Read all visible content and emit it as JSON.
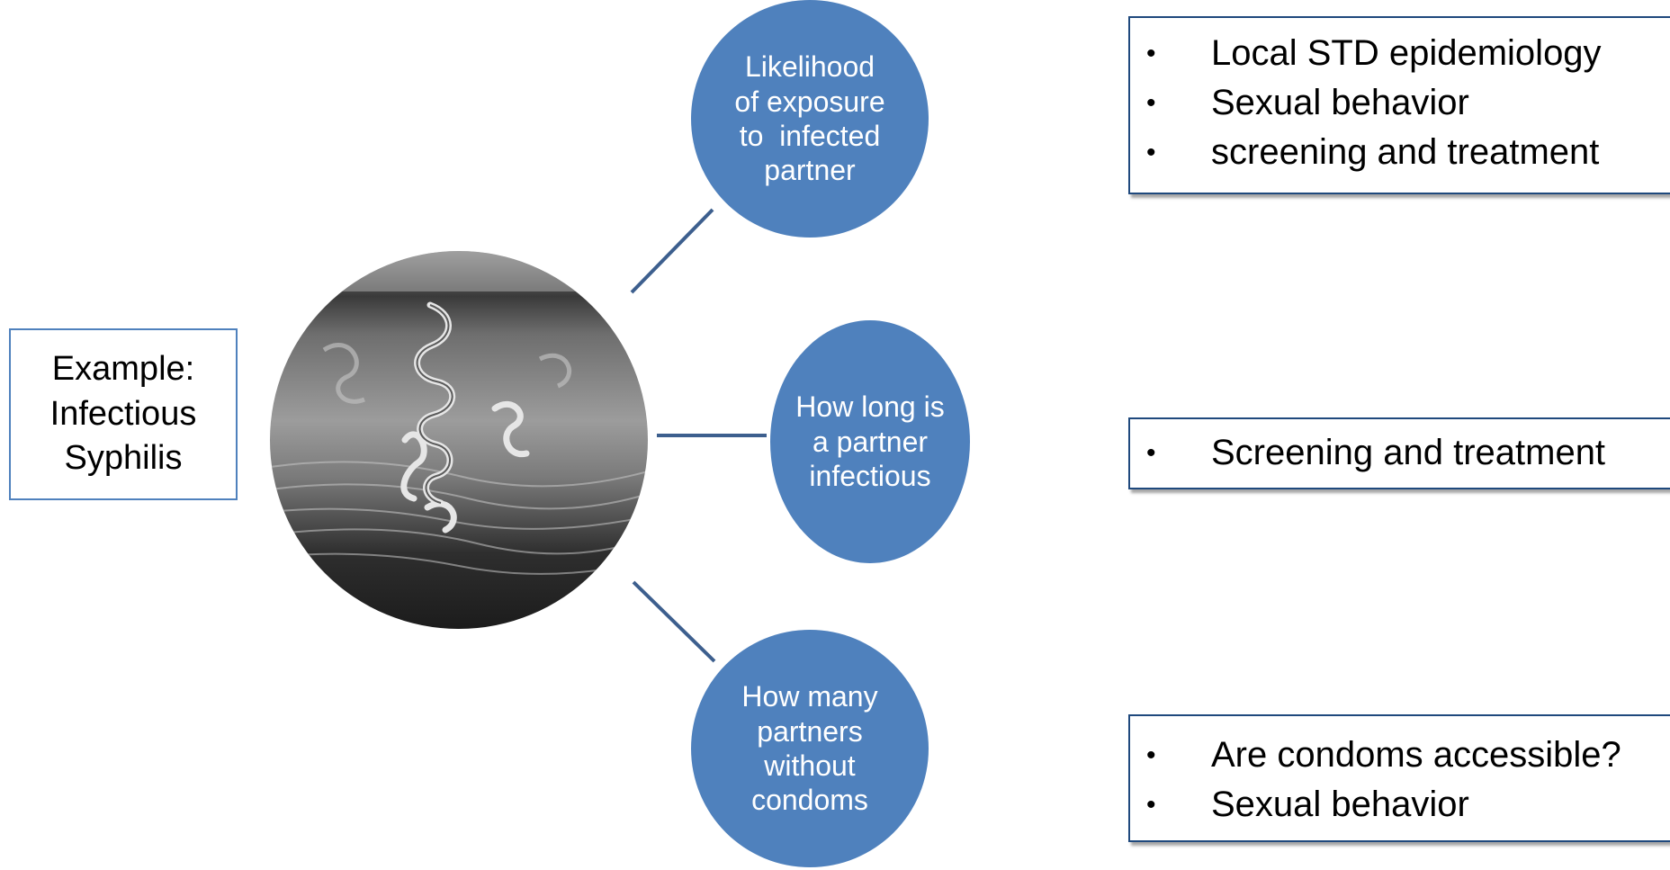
{
  "example": {
    "line1": "Example:",
    "line2": "Infectious",
    "line3": "Syphilis"
  },
  "nodes": [
    {
      "lines": [
        "Likelihood",
        "of exposure",
        "to  infected",
        "partner"
      ]
    },
    {
      "lines": [
        "How long is",
        "a partner",
        "infectious"
      ]
    },
    {
      "lines": [
        "How many",
        "partners",
        "without",
        "condoms"
      ]
    }
  ],
  "boxes": [
    {
      "items": [
        "Local STD epidemiology",
        "Sexual behavior",
        "screening and treatment"
      ]
    },
    {
      "items": [
        "Screening and treatment"
      ]
    },
    {
      "items": [
        "Are condoms accessible?",
        "Sexual behavior"
      ]
    }
  ],
  "colors": {
    "node_fill": "#4f81bd",
    "connector": "#3d5f8e",
    "box_border": "#1f497d",
    "example_border": "#4f81bd"
  }
}
